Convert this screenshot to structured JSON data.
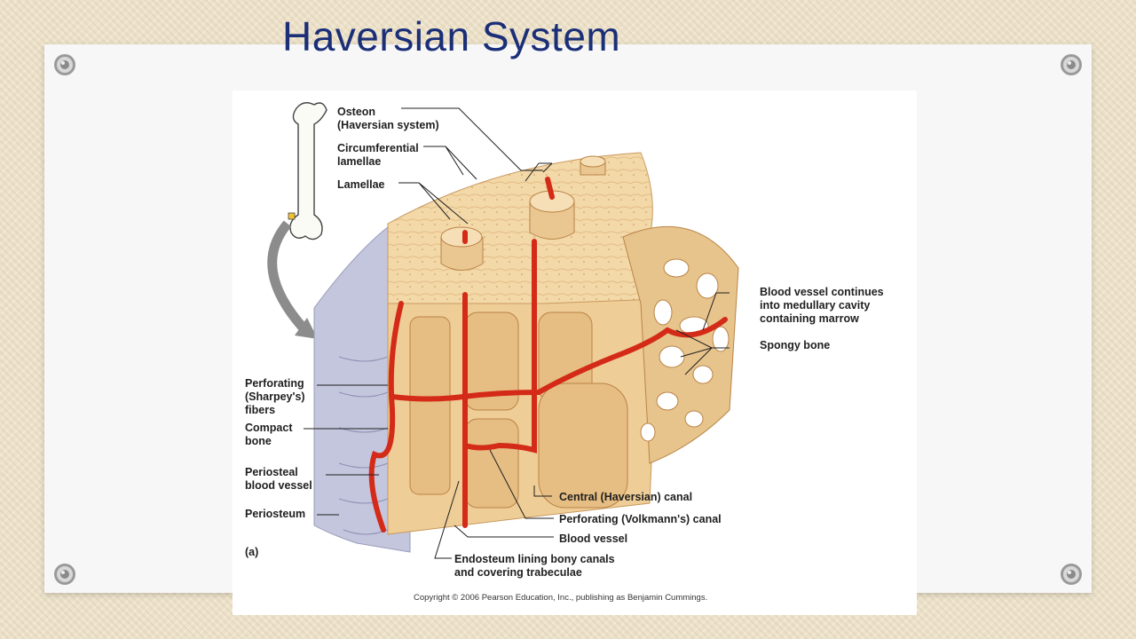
{
  "slide": {
    "title": "Haversian System",
    "pin_icon": "pushpin-icon"
  },
  "diagram": {
    "panel_label": "(a)",
    "copyright": "Copyright © 2006 Pearson Education, Inc., publishing as Benjamin Cummings.",
    "colors": {
      "bone": "#f2d6a4",
      "bone_shadow": "#d9b07a",
      "vessel": "#d42a18",
      "periosteum": "#b5b8d2"
    },
    "labels": {
      "osteon": [
        "Osteon",
        "(Haversian system)"
      ],
      "circumferential_lamellae": [
        "Circumferential",
        "lamellae"
      ],
      "lamellae": "Lamellae",
      "perforating_fibers": [
        "Perforating",
        "(Sharpey's)",
        "fibers"
      ],
      "compact_bone": [
        "Compact",
        "bone"
      ],
      "periosteal_blood_vessel": [
        "Periosteal",
        "blood vessel"
      ],
      "periosteum": "Periosteum",
      "blood_vessel_continues": [
        "Blood vessel continues",
        "into medullary cavity",
        "containing marrow"
      ],
      "spongy_bone": "Spongy bone",
      "central_canal": "Central (Haversian) canal",
      "perforating_canal": "Perforating (Volkmann's) canal",
      "blood_vessel": "Blood vessel",
      "endosteum": [
        "Endosteum lining bony canals",
        "and covering trabeculae"
      ]
    }
  }
}
